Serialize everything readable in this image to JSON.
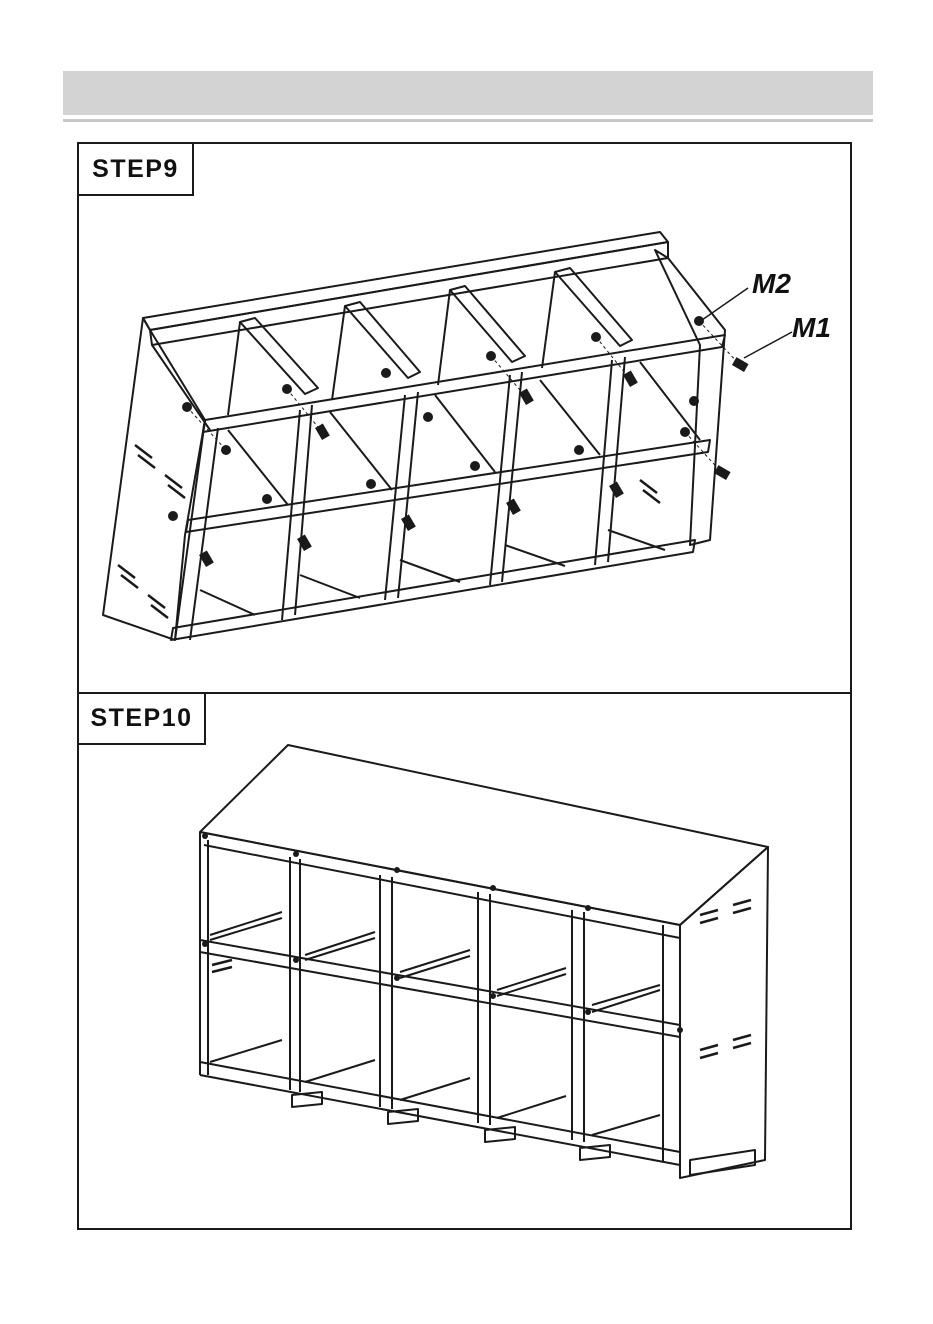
{
  "header": {
    "title": ""
  },
  "steps": [
    {
      "label": "STEP9",
      "parts": {
        "m2": "M2",
        "m1": "M1"
      }
    },
    {
      "label": "STEP10"
    }
  ]
}
